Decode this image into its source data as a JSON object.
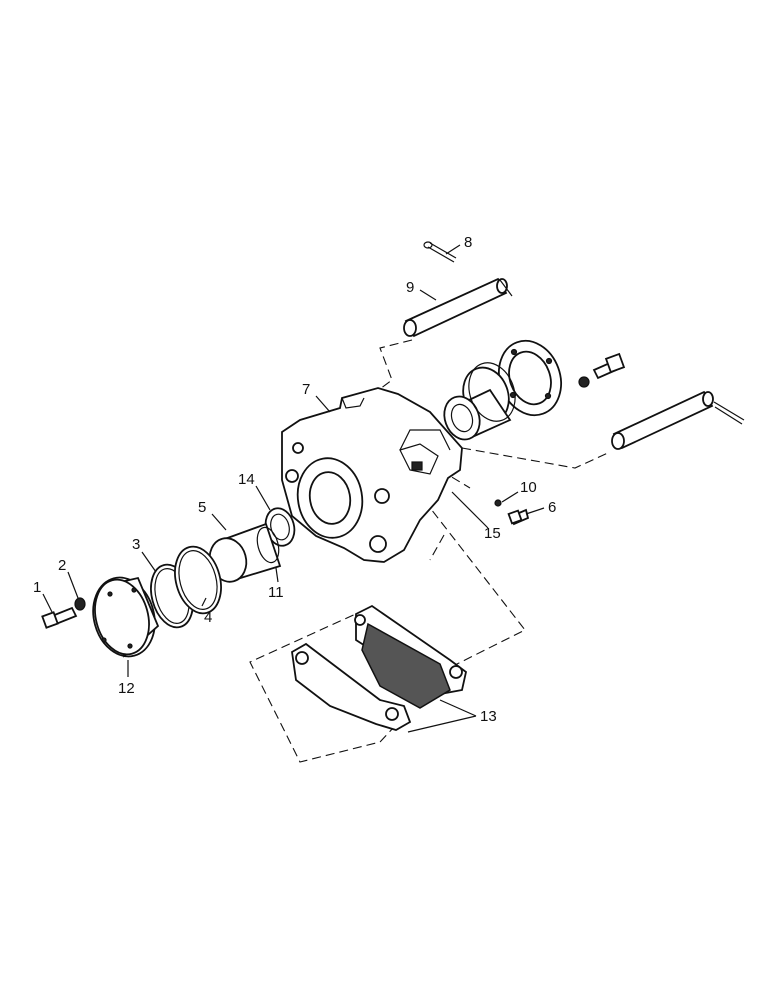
{
  "diagram": {
    "type": "exploded-parts-view",
    "callouts": [
      "1",
      "2",
      "3",
      "4",
      "5",
      "6",
      "7",
      "8",
      "9",
      "10",
      "11",
      "12",
      "13",
      "14",
      "15"
    ]
  }
}
